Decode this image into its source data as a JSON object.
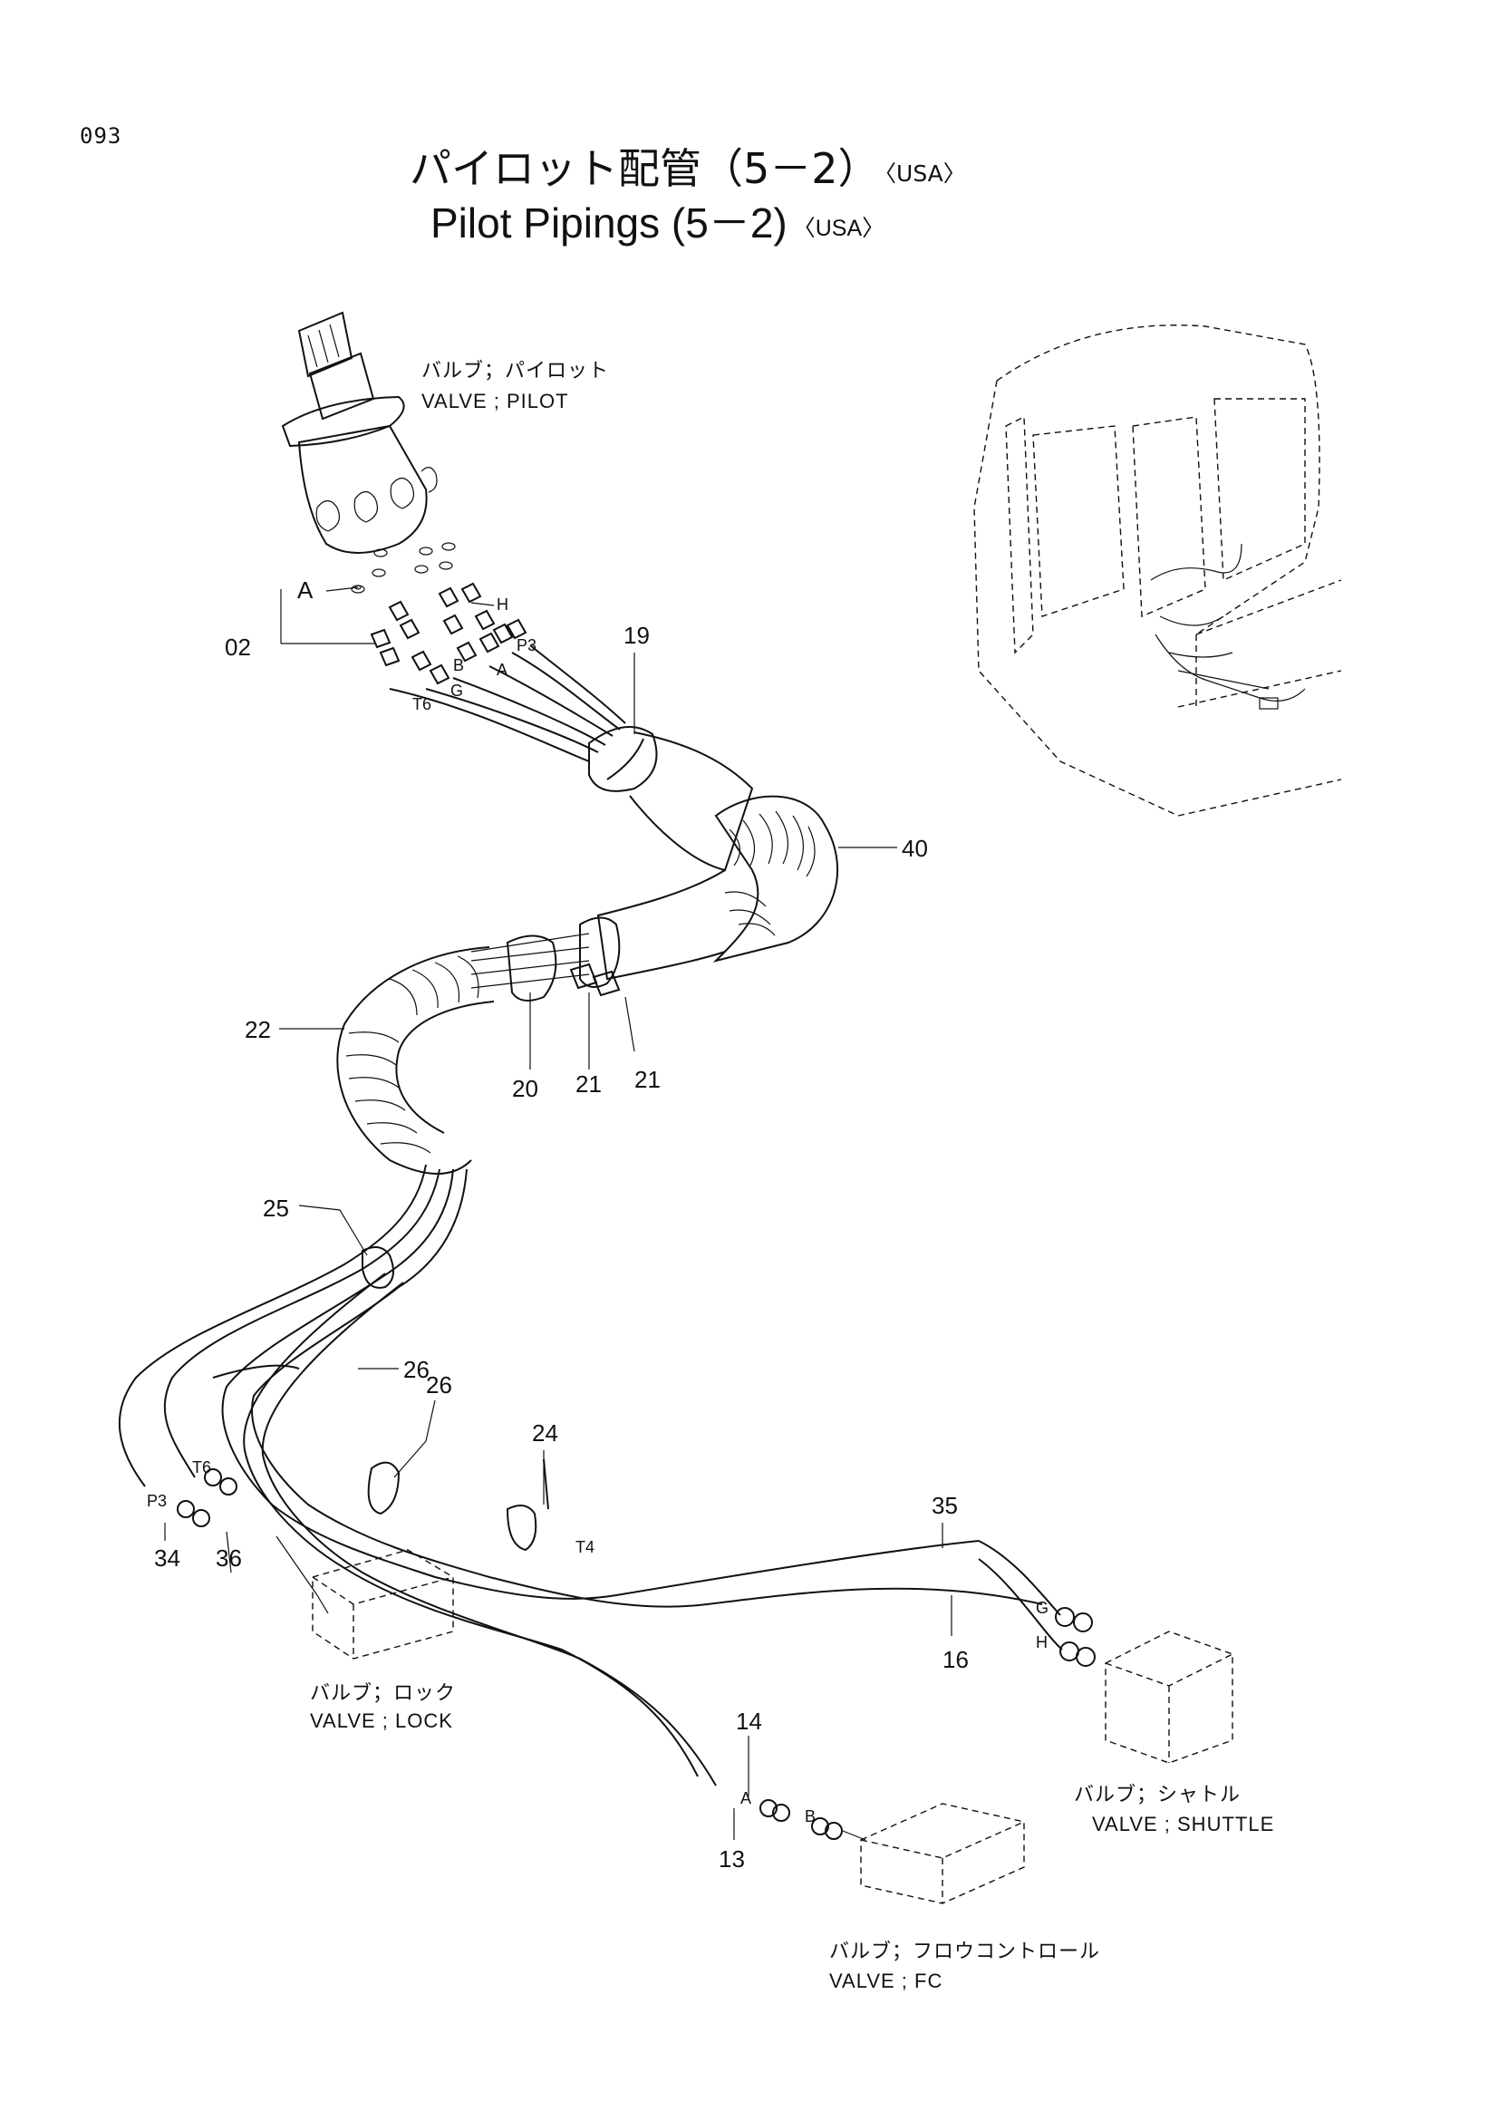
{
  "page_number": "093",
  "title": {
    "jp": "パイロット配管（5－2）",
    "en": "Pilot Pipings (5－2)",
    "region": "〈USA〉"
  },
  "components": {
    "pilot_valve": {
      "jp": "バルブ；パイロット",
      "en": "VALVE ; PILOT"
    },
    "lock_valve": {
      "jp": "バルブ；ロック",
      "en": "VALVE ; LOCK"
    },
    "shuttle_valve": {
      "jp": "バルブ；シャトル",
      "en": "VALVE ; SHUTTLE"
    },
    "fc_valve": {
      "jp": "バルブ；フロウコントロール",
      "en": "VALVE ; FC"
    }
  },
  "part_numbers": {
    "p02": "02",
    "p19": "19",
    "p40": "40",
    "p22": "22",
    "p20": "20",
    "p21a": "21",
    "p21b": "21",
    "p25": "25",
    "p26a": "26",
    "p26b": "26",
    "p24": "24",
    "p35": "35",
    "p16": "16",
    "p34": "34",
    "p36": "36",
    "p14": "14",
    "p13": "13"
  },
  "port_labels": {
    "a_top": "A",
    "h_top": "H",
    "p3_top": "P3",
    "b_top": "B",
    "a2_top": "A",
    "g_top": "G",
    "t6_top": "T6",
    "t6_low": "T6",
    "p3_low": "P3",
    "t4": "T4",
    "g_shuttle": "G",
    "h_shuttle": "H",
    "a_fc": "A",
    "b_fc": "B"
  }
}
